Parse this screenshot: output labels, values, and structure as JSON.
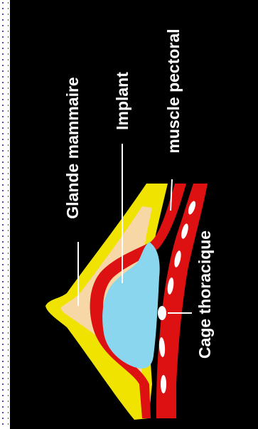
{
  "labels": {
    "glande": "Glande mammaire",
    "implant": "Implant",
    "muscle": "muscle pectoral",
    "cage": "Cage thoracique"
  },
  "colors": {
    "background": "#000000",
    "glande": "#f6d7a5",
    "fat": "#f1e300",
    "implant": "#8ad6ee",
    "muscle": "#dd1111",
    "rib": "#ffffff",
    "label_line": "#ffffff"
  }
}
